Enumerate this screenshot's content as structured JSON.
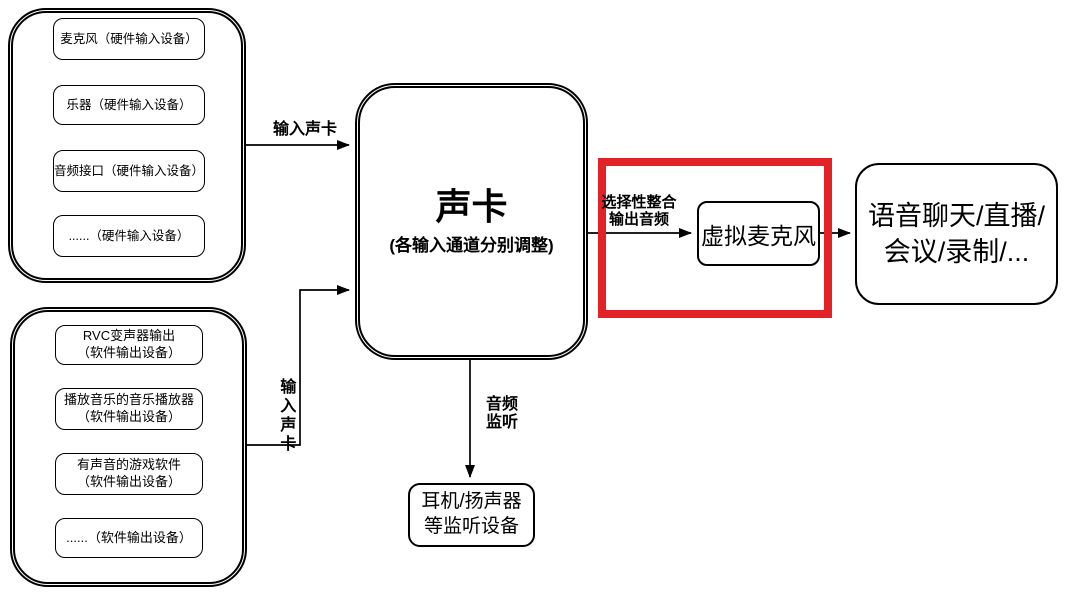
{
  "colors": {
    "stroke": "#000000",
    "highlight_red": "#e32227",
    "background": "#ffffff"
  },
  "hw_container": {
    "items": [
      "麦克风（硬件输入设备）",
      "乐器（硬件输入设备）",
      "音频接口（硬件输入设备）",
      "......（硬件输入设备）"
    ]
  },
  "sw_container": {
    "items": [
      "RVC变声器输出\n（软件输出设备）",
      "播放音乐的音乐播放器\n（软件输出设备）",
      "有声音的游戏软件\n（软件输出设备）",
      "......（软件输出设备）"
    ]
  },
  "soundcard": {
    "title": "声卡",
    "subtitle": "(各输入通道分别调整)"
  },
  "virtual_mic": {
    "label": "虚拟麦克风"
  },
  "apps": {
    "label": "语音聊天/直播/\n会议/录制/..."
  },
  "monitor_device": {
    "label": "耳机/扬声器\n等监听设备"
  },
  "edge_labels": {
    "input_top": "输入声卡",
    "input_bottom": "输入声卡",
    "selective": "选择性整合\n输出音频",
    "monitor": "音频\n监听"
  }
}
